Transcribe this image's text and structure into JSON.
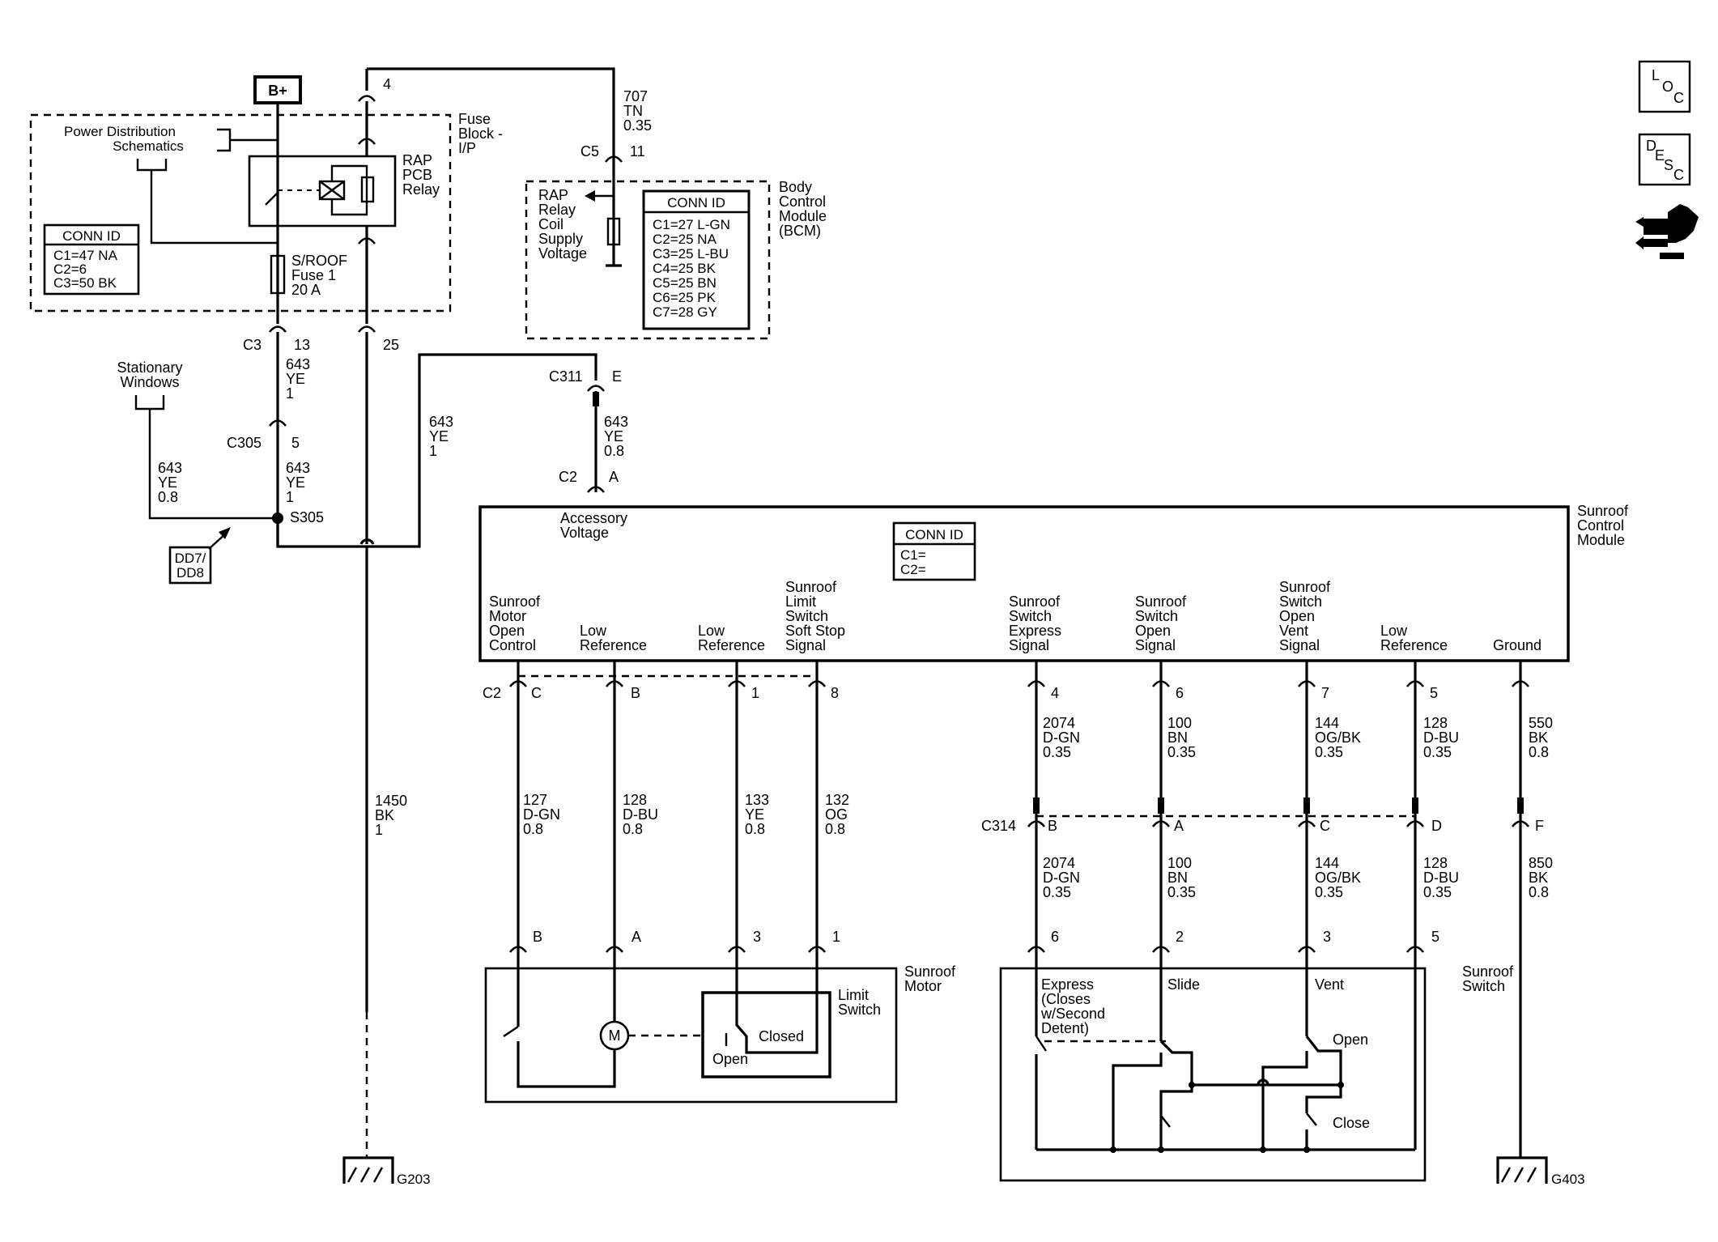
{
  "bplus": "B+",
  "pds": [
    "Power Distribution",
    "Schematics"
  ],
  "fuse_block": [
    "Fuse",
    "Block -",
    "I/P"
  ],
  "rap_relay": [
    "RAP",
    "PCB",
    "Relay"
  ],
  "conn_id_title": "CONN ID",
  "fuse_conn": [
    "C1=47 NA",
    "C2=6",
    "C3=50 BK"
  ],
  "sroof_fuse": [
    "S/ROOF",
    "Fuse 1",
    "20 A"
  ],
  "c3": "C3",
  "c3_pin": "13",
  "pin25": "25",
  "pin4": "4",
  "w707": [
    "707",
    "TN",
    "0.35"
  ],
  "c5": "C5",
  "c5_pin": "11",
  "rap_coil": [
    "RAP",
    "Relay",
    "Coil",
    "Supply",
    "Voltage"
  ],
  "bcm_conn": [
    "C1=27 L-GN",
    "C2=25 NA",
    "C3=25 L-BU",
    "C4=25 BK",
    "C5=25 BN",
    "C6=25 PK",
    "C7=28 GY"
  ],
  "bcm": [
    "Body",
    "Control",
    "Module",
    "(BCM)"
  ],
  "stationary": [
    "Stationary",
    "Windows"
  ],
  "w643_1": [
    "643",
    "YE",
    "1"
  ],
  "w643_08": [
    "643",
    "YE",
    "0.8"
  ],
  "c305": "C305",
  "c305_pin": "5",
  "s305": "S305",
  "dd": [
    "DD7/",
    "DD8"
  ],
  "c311": "C311",
  "c311_pin": "E",
  "c2": "C2",
  "c2_pinA": "A",
  "acc_voltage": [
    "Accessory",
    "Voltage"
  ],
  "scm_conn": [
    "C1=",
    "C2="
  ],
  "scm": [
    "Sunroof",
    "Control",
    "Module"
  ],
  "w1450": [
    "1450",
    "BK",
    "1"
  ],
  "g203": "G203",
  "g403": "G403",
  "scm_pins": [
    {
      "label": [
        "Sunroof",
        "Motor",
        "Open",
        "Control"
      ],
      "pin": "C"
    },
    {
      "label": [
        "Low",
        "Reference"
      ],
      "pin": "B"
    },
    {
      "label": [
        "Low",
        "Reference"
      ],
      "pin": "1"
    },
    {
      "label": [
        "Sunroof",
        "Limit",
        "Switch",
        "Soft Stop",
        "Signal"
      ],
      "pin": "8"
    },
    {
      "label": [
        "Sunroof",
        "Switch",
        "Express",
        "Signal"
      ],
      "pin": "4"
    },
    {
      "label": [
        "Sunroof",
        "Switch",
        "Open",
        "Signal"
      ],
      "pin": "6"
    },
    {
      "label": [
        "Sunroof",
        "Switch",
        "Open",
        "Vent",
        "Signal"
      ],
      "pin": "7"
    },
    {
      "label": [
        "Low",
        "Reference"
      ],
      "pin": "5"
    },
    {
      "label": [
        "Ground"
      ],
      "pin": ""
    }
  ],
  "motor_wires": [
    [
      "127",
      "D-GN",
      "0.8"
    ],
    [
      "128",
      "D-BU",
      "0.8"
    ],
    [
      "133",
      "YE",
      "0.8"
    ],
    [
      "132",
      "OG",
      "0.8"
    ]
  ],
  "motor_pins": [
    "B",
    "A",
    "3",
    "1"
  ],
  "switch_wires_top": [
    [
      "2074",
      "D-GN",
      "0.35"
    ],
    [
      "100",
      "BN",
      "0.35"
    ],
    [
      "144",
      "OG/BK",
      "0.35"
    ],
    [
      "128",
      "D-BU",
      "0.35"
    ]
  ],
  "c314": "C314",
  "c314_pins": [
    "B",
    "A",
    "C",
    "D"
  ],
  "switch_wires_bottom": [
    [
      "2074",
      "D-GN",
      "0.35"
    ],
    [
      "100",
      "BN",
      "0.35"
    ],
    [
      "144",
      "OG/BK",
      "0.35"
    ],
    [
      "128",
      "D-BU",
      "0.35"
    ]
  ],
  "switch_pins": [
    "6",
    "2",
    "3",
    "5"
  ],
  "gnd_wires": [
    [
      "550",
      "BK",
      "0.8"
    ],
    [
      "850",
      "BK",
      "0.8"
    ]
  ],
  "gnd_pin": "F",
  "motor": [
    "Sunroof",
    "Motor"
  ],
  "limit_switch": [
    "Limit",
    "Switch"
  ],
  "closed": "Closed",
  "open": "Open",
  "m": "M",
  "switch": [
    "Sunroof",
    "Switch"
  ],
  "express": [
    "Express",
    "(Closes",
    "w/Second",
    "Detent)"
  ],
  "slide": "Slide",
  "vent": "Vent",
  "close": "Close",
  "loc": [
    "L",
    "O",
    "C"
  ],
  "desc": [
    "D",
    "E",
    "S",
    "C"
  ]
}
